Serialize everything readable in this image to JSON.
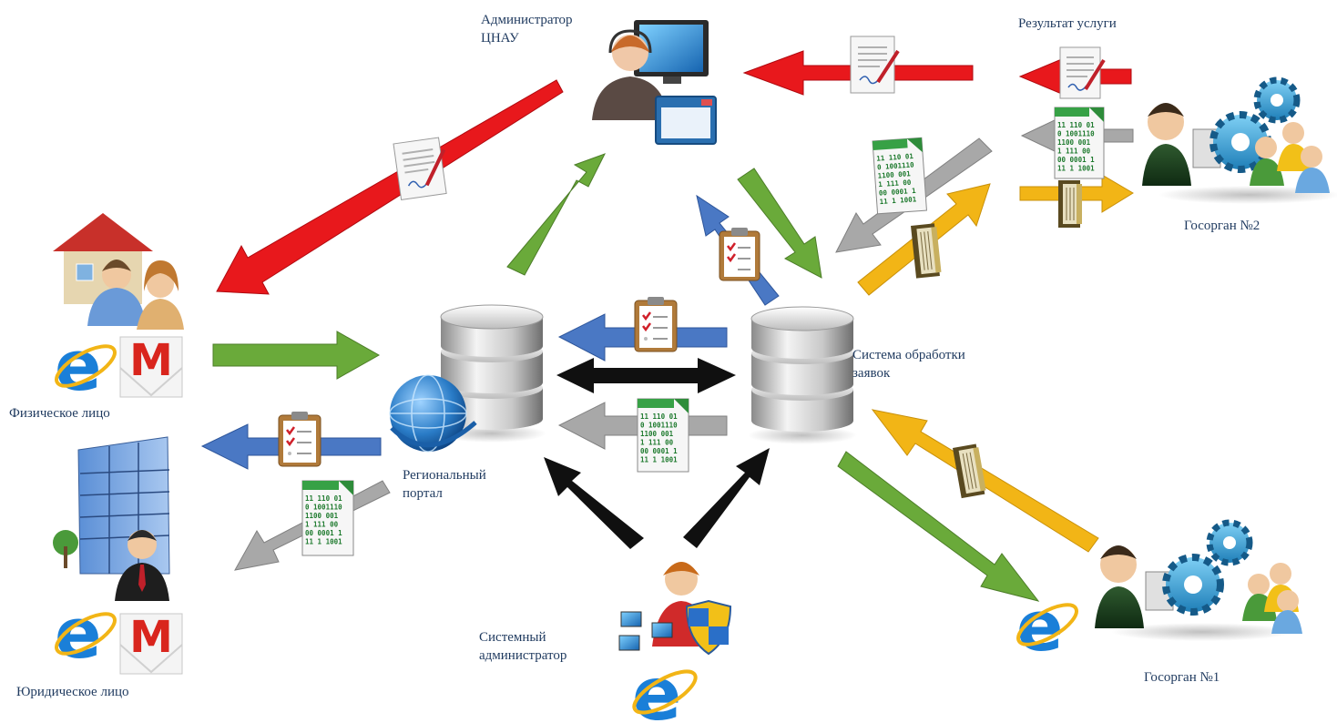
{
  "labels": {
    "admin_cnau_line1": "Администратор",
    "admin_cnau_line2": "ЦНАУ",
    "service_result": "Результат услуги",
    "physical_person": "Физическое лицо",
    "legal_entity": "Юридическое лицо",
    "regional_portal_line1": "Региональный",
    "regional_portal_line2": "портал",
    "processing_system_line1": "Система обработки",
    "processing_system_line2": "заявок",
    "system_admin_line1": "Системный",
    "system_admin_line2": "администратор",
    "gosorgan1": "Госорган №1",
    "gosorgan2": "Госорган №2"
  },
  "document_code_lines": [
    "11 110 01",
    "0 1001110",
    "1100 001",
    "1 111 00",
    "00 0001 1",
    "11 1 1001"
  ],
  "browser_glyph": "e",
  "mail_glyph": "M",
  "colors": {
    "arrow_red": "#e8181c",
    "arrow_green": "#6aaa3a",
    "arrow_blue": "#4a78c4",
    "arrow_gray": "#a8a8a8",
    "arrow_yellow": "#f2b516",
    "arrow_black": "#101010",
    "label_text": "#1f3a5f"
  }
}
